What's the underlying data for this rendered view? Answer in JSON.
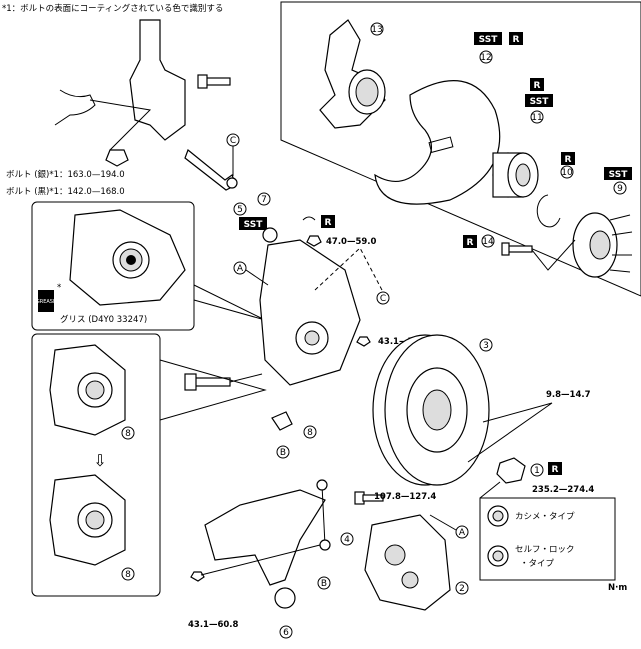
{
  "header_note": "*1：ボルトの表面にコーティングされている色で識別する",
  "bolt_silver": "ボルト (銀)*1：163.0—194.0",
  "bolt_black": "ボルト (黒)*1：142.0—168.0",
  "grease": "グリス (D4Y0 33247)",
  "grease_icon_text": "GREASE",
  "torques": {
    "t1": "47.0—59.0",
    "t2": "43.1—58.8",
    "t3": "9.8—14.7",
    "t4": "235.2—274.4",
    "t5": "107.8—127.4",
    "t6": "43.1—60.8"
  },
  "unit": "N·m",
  "tags": {
    "sst": "SST",
    "r": "R"
  },
  "nut_types": {
    "kashime": "カシメ・タイプ",
    "self_lock_1": "セルフ・ロック",
    "self_lock_2": "・タイプ"
  },
  "part_numbers": [
    "1",
    "2",
    "3",
    "4",
    "5",
    "6",
    "7",
    "8",
    "9",
    "10",
    "11",
    "12",
    "13",
    "14"
  ],
  "refs": {
    "a": "A",
    "b": "B",
    "c": "C"
  },
  "asterisk": "*"
}
